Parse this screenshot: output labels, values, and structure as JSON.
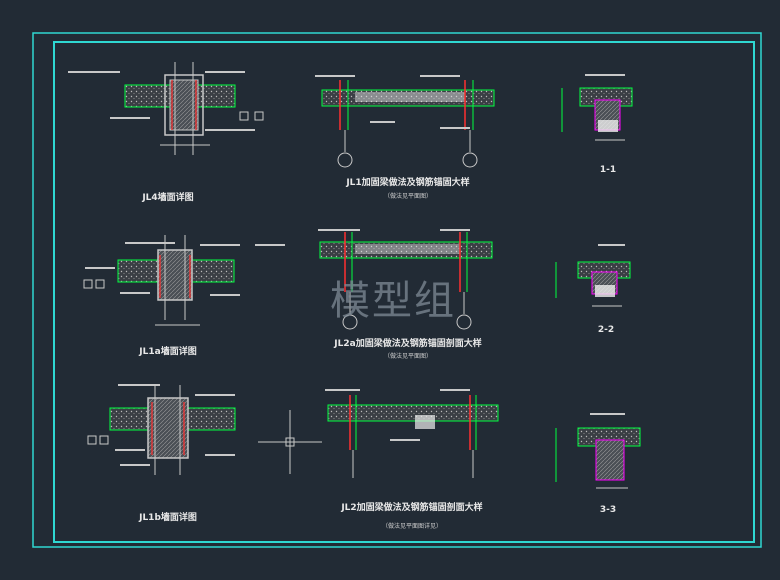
{
  "sheet": {
    "frame_color": "#2fd8d2",
    "line_color": "#c8c8c8",
    "green_color": "#00ff40",
    "red_color": "#ff3030",
    "magenta_color": "#ff00ff"
  },
  "details": [
    {
      "id": "sec-a",
      "label": "JL4墙面详图"
    },
    {
      "id": "sec-b",
      "label": "JL1a墙面详图"
    },
    {
      "id": "sec-c",
      "label": "JL1b墙面详图"
    }
  ],
  "beam_details": [
    {
      "id": "beam-1",
      "label": "JL1加固梁做法及钢筋锚固大样",
      "note": "（做法见平面图）"
    },
    {
      "id": "beam-2",
      "label": "JL2a加固梁做法及钢筋锚固剖面大样",
      "note": "（做法见平面图）"
    },
    {
      "id": "beam-3",
      "label": "JL2加固梁做法及钢筋锚固剖面大样",
      "note": "（做法见平面图详见）"
    }
  ],
  "cuts": [
    {
      "id": "cut-1",
      "label": "1-1"
    },
    {
      "id": "cut-2",
      "label": "2-2"
    },
    {
      "id": "cut-3",
      "label": "3-3"
    }
  ],
  "watermark": "模型组",
  "icons": [
    "grid-axis-bubble",
    "crosshair-cursor-icon",
    "section-mark"
  ]
}
